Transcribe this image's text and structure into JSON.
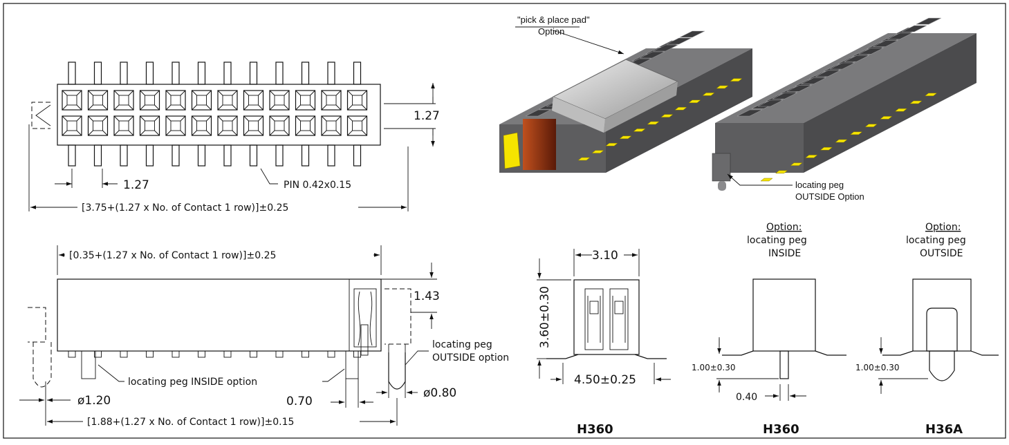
{
  "top_view": {
    "dim_pitch_row": "1.27",
    "dim_pitch_col": "1.27",
    "pin_label": "PIN 0.42x0.15",
    "length_formula": "[3.75+(1.27 x No. of Contact 1 row)]±0.25"
  },
  "side_view": {
    "body_formula": "[0.35+(1.27 x No. of Contact 1 row)]±0.25",
    "dim_height": "1.43",
    "peg_outside_label_1": "locating peg",
    "peg_outside_label_2": "OUTSIDE option",
    "peg_inside_label": "locating peg INSIDE option",
    "dim_peg_dia": "ø1.20",
    "dim_offset": "0.70",
    "dim_small_dia": "ø0.80",
    "footprint_formula": "[1.88+(1.27 x No. of Contact 1 row)]±0.15"
  },
  "iso_views": {
    "pick_place_1": "\"pick & place pad\"",
    "pick_place_2": "Option",
    "peg_outside_1": "locating peg",
    "peg_outside_2": "OUTSIDE Option"
  },
  "section_h360": {
    "dim_width": "3.10",
    "dim_height": "3.60±0.30",
    "dim_footprint": "4.50±0.25",
    "caption": "H360"
  },
  "option_inside": {
    "heading": "Option:",
    "line1": "locating peg",
    "line2": "INSIDE",
    "dim_peg": "1.00±0.30",
    "dim_pin": "0.40",
    "caption": "H360"
  },
  "option_outside": {
    "heading": "Option:",
    "line1": "locating peg",
    "line2": "OUTSIDE",
    "dim_peg": "1.00±0.30",
    "caption": "H36A"
  },
  "colors": {
    "body": "#5d5d5f",
    "body_top": "#7a7a7c",
    "pad": "#f5e400",
    "cap": "#c8c8c8",
    "contact": "#8a2c10"
  }
}
